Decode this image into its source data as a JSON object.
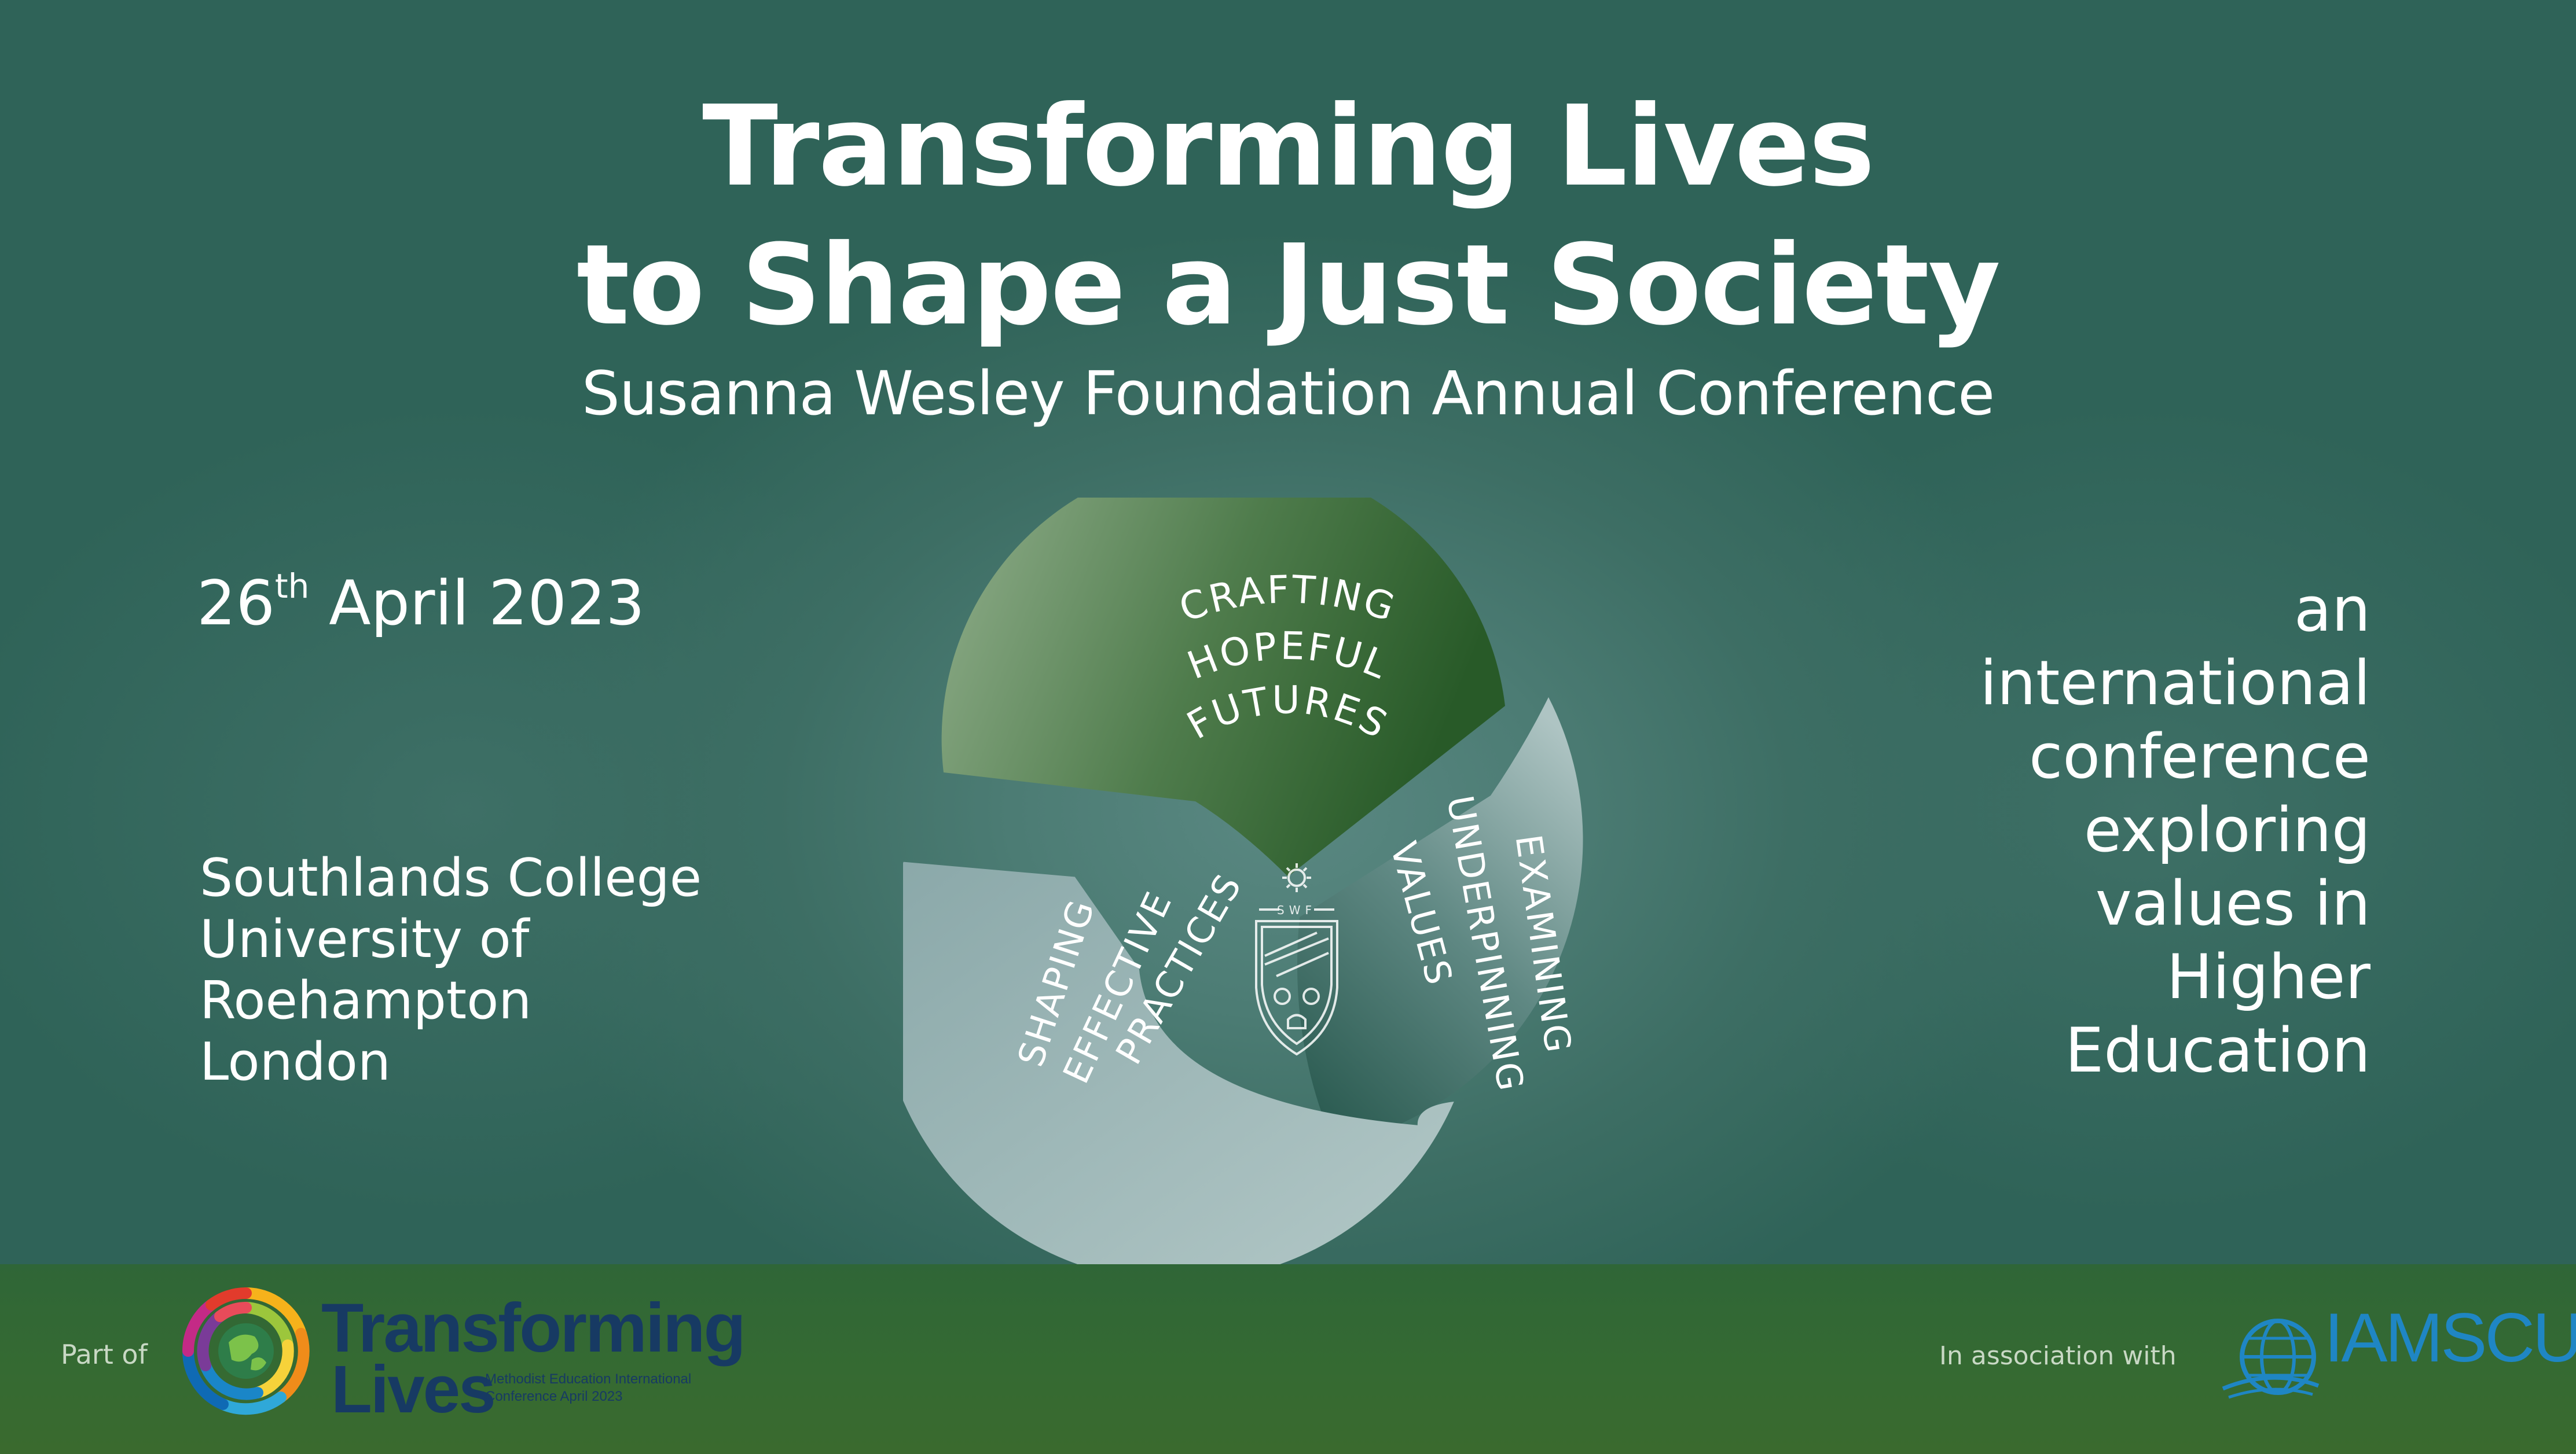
{
  "poster": {
    "title_line1": "Transforming Lives",
    "title_line2": "to Shape a Just Society",
    "subtitle": "Susanna Wesley Foundation Annual Conference",
    "date_day": "26",
    "date_suffix": "th",
    "date_rest": " April 2023",
    "venue_lines": [
      "Southlands College",
      "University of",
      "Roehampton",
      "London"
    ],
    "tagline_lines": [
      "an",
      "international",
      "conference",
      "exploring",
      "values in",
      "Higher",
      "Education"
    ]
  },
  "wheel": {
    "segments": [
      {
        "label_lines": [
          "CRAFTING",
          "HOPEFUL",
          "FUTURES"
        ],
        "color": "#2f5e2e"
      },
      {
        "label_lines": [
          "EXAMINING",
          "UNDERPINNING",
          "VALUES"
        ],
        "color": "#2f5f55"
      },
      {
        "label_lines": [
          "SHAPING",
          "EFFECTIVE",
          "PRACTICES"
        ],
        "color": "#9fb8b7"
      }
    ],
    "crest_text": "SWF"
  },
  "footer": {
    "part_of": "Part of",
    "logo_word1": "Transforming",
    "logo_word2": "Lives",
    "logo_sub_line1": "Methodist Education International",
    "logo_sub_line2": "Conference April 2023",
    "association": "In association with",
    "partner_name": "IAMSCU",
    "partner_color": "#1f86c4"
  },
  "colors": {
    "background": "#2f6358",
    "footer": "#356a32",
    "logo_text": "#173a63"
  }
}
